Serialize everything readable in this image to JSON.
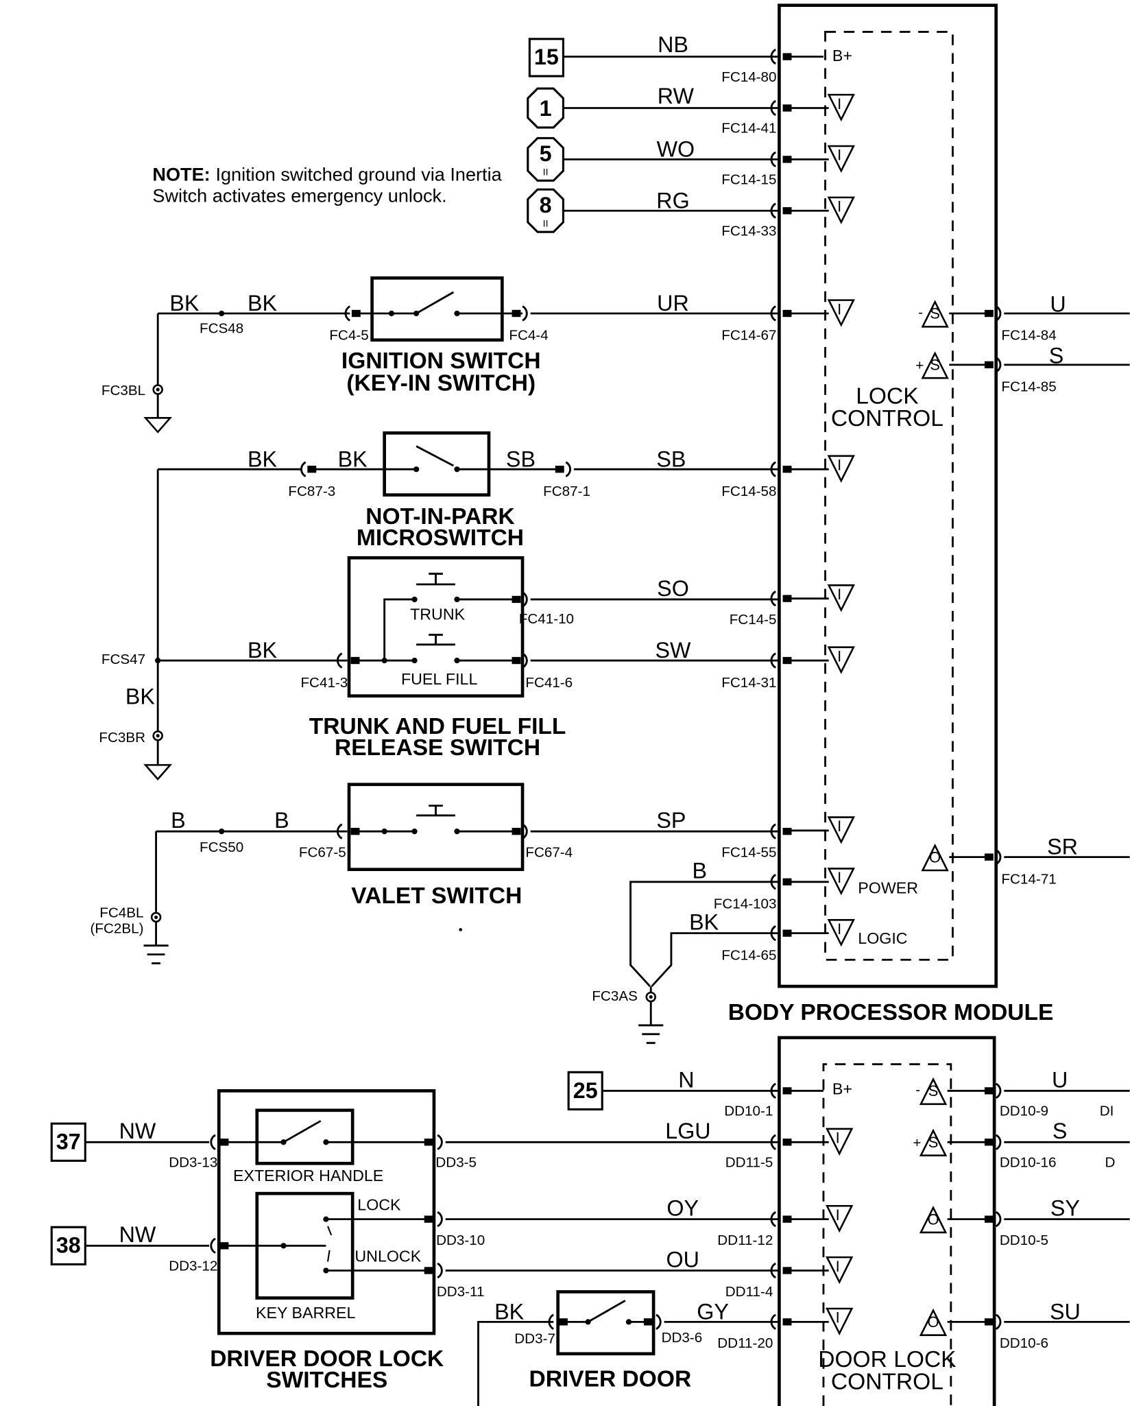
{
  "note": {
    "bold": "NOTE:",
    "line1": "Ignition switched ground via Inertia",
    "line2": "Switch activates emergency unlock."
  },
  "modules": {
    "bpm_title": "BODY PROCESSOR MODULE",
    "lock_control": [
      "LOCK",
      "CONTROL"
    ],
    "door_lock_control": [
      "DOOR LOCK",
      "CONTROL"
    ],
    "power": "POWER",
    "logic": "LOGIC",
    "b_plus": "B+"
  },
  "components": {
    "ignition_switch": [
      "IGNITION SWITCH",
      "(KEY-IN SWITCH)"
    ],
    "not_in_park": [
      "NOT-IN-PARK",
      "MICROSWITCH"
    ],
    "trunk_fuel": [
      "TRUNK AND FUEL FILL",
      "RELEASE SWITCH"
    ],
    "trunk": "TRUNK",
    "fuel_fill": "FUEL FILL",
    "valet": "VALET SWITCH",
    "driver_door_lock": [
      "DRIVER DOOR LOCK",
      "SWITCHES"
    ],
    "exterior_handle": "EXTERIOR HANDLE",
    "key_barrel": "KEY BARREL",
    "lock": "LOCK",
    "unlock": "UNLOCK",
    "driver_door": "DRIVER DOOR"
  },
  "references": {
    "r15": "15",
    "r1": "1",
    "r5": "5",
    "r8": "8",
    "r25": "25",
    "r37": "37",
    "r38": "38"
  },
  "wires": {
    "nb": "NB",
    "rw": "RW",
    "wo": "WO",
    "rg": "RG",
    "ur": "UR",
    "bk": "BK",
    "sb": "SB",
    "so": "SO",
    "sw": "SW",
    "b": "B",
    "sp": "SP",
    "u": "U",
    "s": "S",
    "sr": "SR",
    "n": "N",
    "nw": "NW",
    "lgu": "LGU",
    "oy": "OY",
    "ou": "OU",
    "gy": "GY",
    "sy": "SY",
    "su": "SU"
  },
  "pins": {
    "fc14_80": "FC14-80",
    "fc14_41": "FC14-41",
    "fc14_15": "FC14-15",
    "fc14_33": "FC14-33",
    "fc14_67": "FC14-67",
    "fc14_58": "FC14-58",
    "fc14_5": "FC14-5",
    "fc14_31": "FC14-31",
    "fc14_55": "FC14-55",
    "fc14_103": "FC14-103",
    "fc14_65": "FC14-65",
    "fc14_84": "FC14-84",
    "fc14_85": "FC14-85",
    "fc14_71": "FC14-71",
    "fcs48": "FCS48",
    "fc4_5": "FC4-5",
    "fc4_4": "FC4-4",
    "fc3bl": "FC3BL",
    "fc87_3": "FC87-3",
    "fc87_1": "FC87-1",
    "fc41_10": "FC41-10",
    "fc41_3": "FC41-3",
    "fc41_6": "FC41-6",
    "fcs47": "FCS47",
    "fc3br": "FC3BR",
    "fcs50": "FCS50",
    "fc67_5": "FC67-5",
    "fc67_4": "FC67-4",
    "fc4bl": "FC4BL",
    "fc2bl": "(FC2BL)",
    "fc3as": "FC3AS",
    "dd10_1": "DD10-1",
    "dd11_5": "DD11-5",
    "dd11_12": "DD11-12",
    "dd11_4": "DD11-4",
    "dd11_20": "DD11-20",
    "dd10_9": "DD10-9",
    "dd10_16": "DD10-16",
    "dd10_5": "DD10-5",
    "dd10_6": "DD10-6",
    "dd3_13": "DD3-13",
    "dd3_12": "DD3-12",
    "dd3_5": "DD3-5",
    "dd3_10": "DD3-10",
    "dd3_11": "DD3-11",
    "dd3_7": "DD3-7",
    "dd3_6": "DD3-6",
    "cut_d1": "DI",
    "cut_d2": "D"
  },
  "symbols": {
    "input": "I",
    "output": "O",
    "switched": "S",
    "minus": "-",
    "plus": "+",
    "roman_ii": "II"
  }
}
